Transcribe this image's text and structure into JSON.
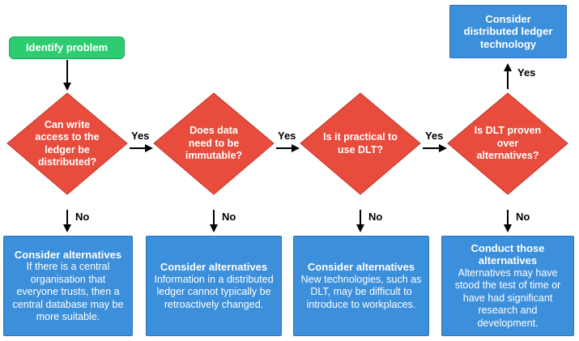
{
  "colors": {
    "start": "#2ecc71",
    "decision": "#e74c3c",
    "alternative": "#3c8fda",
    "arrow": "#000000"
  },
  "start": {
    "label": "Identify problem"
  },
  "decisions": [
    {
      "text": "Can write access to the ledger be distributed?"
    },
    {
      "text": "Does data need to be immutable?"
    },
    {
      "text": "Is it practical to use DLT?"
    },
    {
      "text": "Is DLT proven over alternatives?"
    }
  ],
  "edge_labels": {
    "yes": "Yes",
    "no": "No"
  },
  "alternatives": [
    {
      "title": "Consider alternatives",
      "body": "If there is a central organisation that everyone trusts, then a central database may be more suitable."
    },
    {
      "title": "Consider alternatives",
      "body": "Information in a distributed ledger cannot typically be retroactively changed."
    },
    {
      "title": "Consider alternatives",
      "body": "New technologies, such as DLT, may be difficult to introduce to workplaces."
    },
    {
      "title": "Conduct those alternatives",
      "body": "Alternatives may have stood the test of time or have had significant research and development."
    }
  ],
  "final": {
    "label": "Consider distributed ledger technology"
  }
}
